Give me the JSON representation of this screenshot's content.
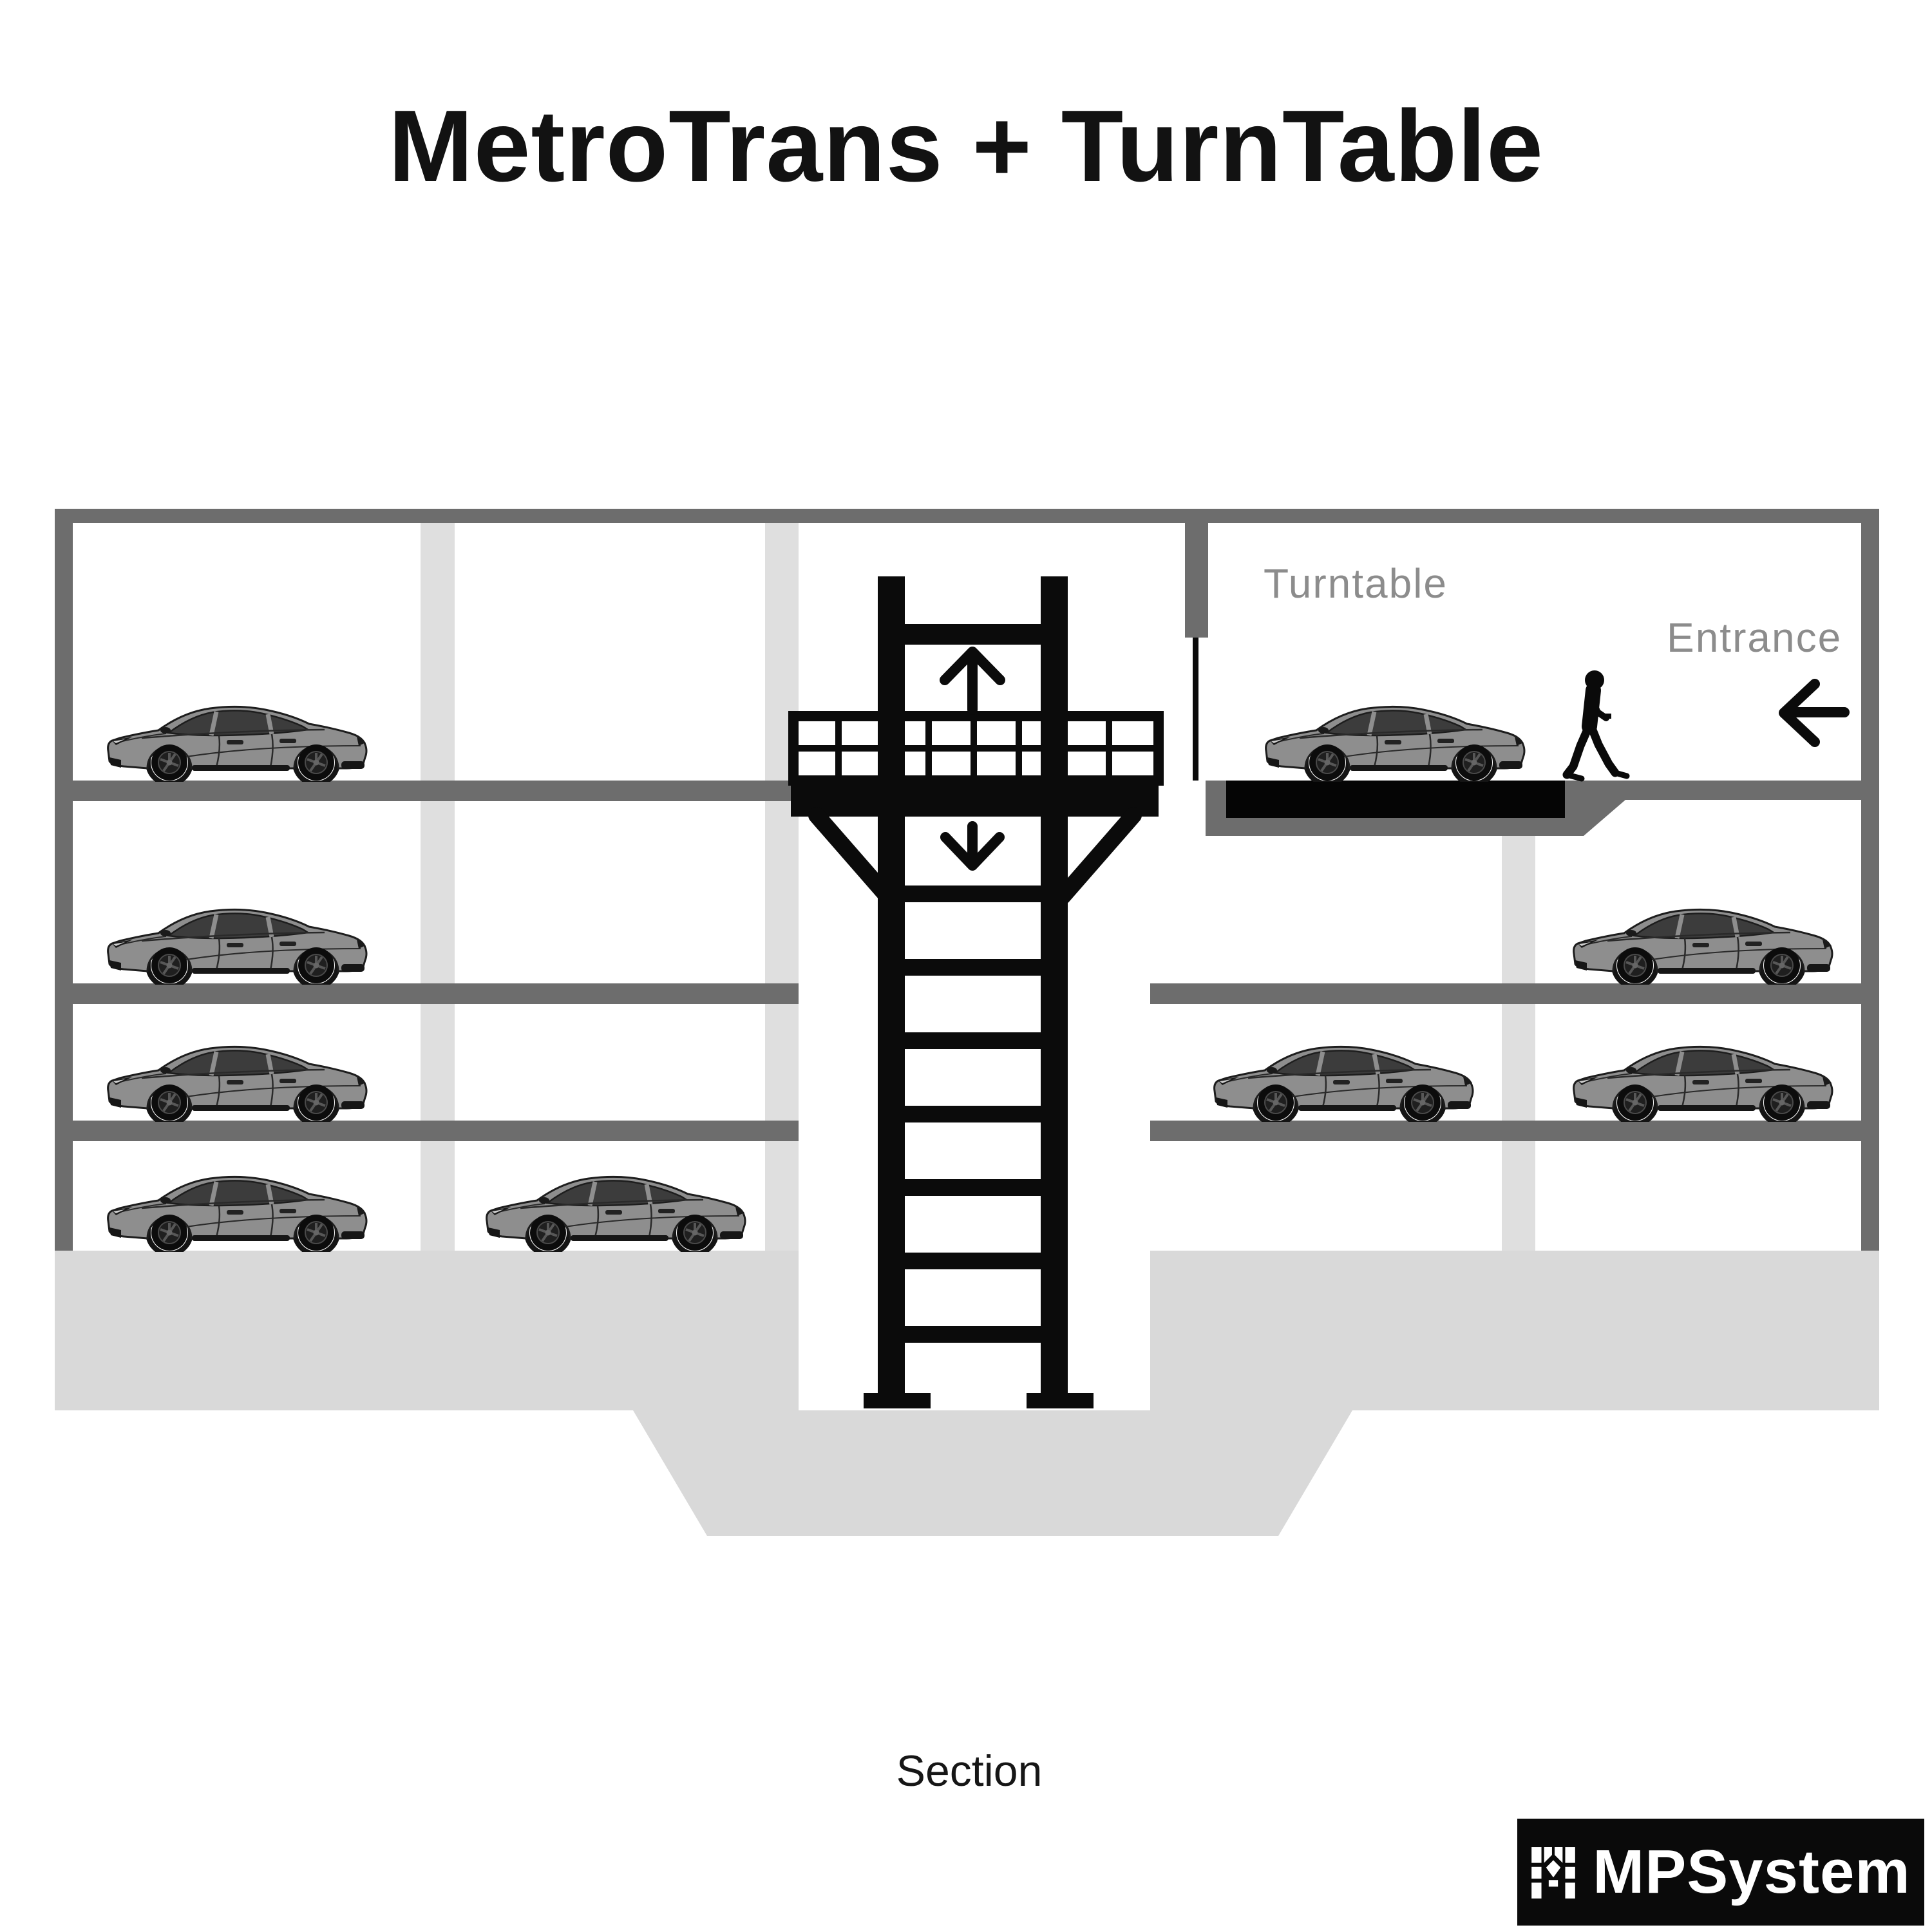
{
  "title": "MetroTrans + TurnTable",
  "labels": {
    "turntable": "Turntable",
    "entrance": "Entrance",
    "section": "Section"
  },
  "logo": {
    "text": "MPSystem"
  },
  "diagram": {
    "type": "parking-system-cross-section",
    "levels": 4,
    "parked_cars": 8,
    "cars_on_turntable": 1,
    "people": 1,
    "elements": [
      "lift-tower",
      "lift-platform",
      "turntable",
      "entrance-ramp",
      "foundation-pit"
    ]
  },
  "icons": [
    "up-arrow-icon",
    "down-arrow-icon",
    "entrance-left-arrow-icon",
    "walking-person-icon",
    "mpsystem-logo-icon"
  ],
  "colors": {
    "structure_gray": "#6d6d6d",
    "column_light_gray": "#dfdfdf",
    "foundation_light_gray": "#d9d9d9",
    "machine_black": "#0b0b0b",
    "car_body_gray": "#8e8e8e",
    "label_gray": "#8c8c8c",
    "background": "#ffffff"
  }
}
